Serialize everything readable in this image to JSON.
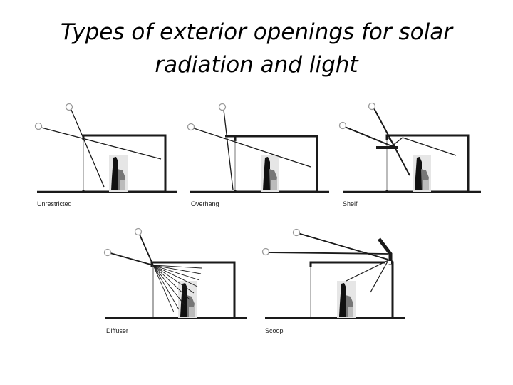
{
  "title": {
    "line1": "Types of exterior openings for solar",
    "line2": "radiation and light"
  },
  "panels": [
    {
      "id": "unrestricted",
      "label": "Unrestricted"
    },
    {
      "id": "overhang",
      "label": "Overhang"
    },
    {
      "id": "shelf",
      "label": "Shelf"
    },
    {
      "id": "diffuser",
      "label": "Diffuser"
    },
    {
      "id": "scoop",
      "label": "Scoop"
    }
  ],
  "colors": {
    "ink": "#1a1a1a",
    "sun": "#999999"
  }
}
